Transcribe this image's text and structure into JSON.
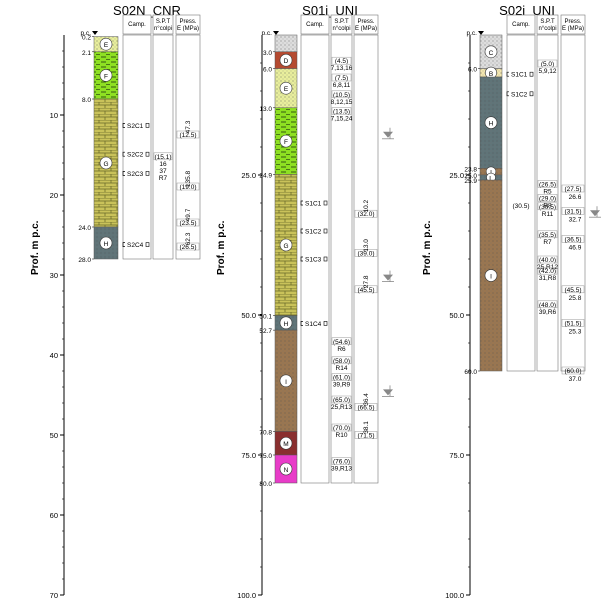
{
  "colors": {
    "E": "#e8ee9c",
    "F": "#8ee022",
    "G": "#c9c25a",
    "H": "#5f7478",
    "I": "#9a7650",
    "M": "#8a2f2f",
    "N": "#e83cc8",
    "D": "#b54a30",
    "C": "#dddddd",
    "B": "#f3e7b0",
    "brick_line": "#6b6b2a",
    "water": "#888888"
  },
  "columns": [
    {
      "title": "S02N_CNR",
      "ylabel": "Prof. m p.c.",
      "total": 28.0,
      "axis_max": 70,
      "axis_ticks": [
        10,
        20,
        30,
        40,
        50,
        60,
        70
      ],
      "tick_labels": [
        "10",
        "20",
        "30",
        "40",
        "50",
        "60",
        "70"
      ],
      "boundaries": [
        "p.c.",
        "0.2",
        "2.1",
        "8.0",
        "24.0",
        "28.0"
      ],
      "boundary_values": [
        0,
        0.2,
        2.1,
        8.0,
        24.0,
        28.0
      ],
      "layers": [
        {
          "label": "E",
          "top": 0.2,
          "bottom": 2.1,
          "color_key": "E",
          "pattern": "dots"
        },
        {
          "label": "F",
          "top": 2.1,
          "bottom": 8.0,
          "color_key": "F",
          "pattern": "dash"
        },
        {
          "label": "G",
          "top": 8.0,
          "bottom": 24.0,
          "color_key": "G",
          "pattern": "brick"
        },
        {
          "label": "H",
          "top": 24.0,
          "bottom": 28.0,
          "color_key": "H",
          "pattern": "dots"
        }
      ],
      "camp_header": "Camp.",
      "spt_header": "S.P.T",
      "spt_sub": "n°colpi",
      "press_header": "Press.",
      "press_sub": "E (MPa)",
      "samples": [
        {
          "label": "S2C1",
          "depth": 11.3
        },
        {
          "label": "S2C2",
          "depth": 14.9
        },
        {
          "label": "S2C3",
          "depth": 17.3
        },
        {
          "label": "S2C4",
          "depth": 26.2
        }
      ],
      "spt": [
        {
          "texts": [
            "(15.1)",
            "16",
            "37",
            "R7"
          ],
          "depth": 15.1
        }
      ],
      "press": [
        {
          "boxed": "(12.5)",
          "depth": 12.5,
          "val": "47.3"
        },
        {
          "boxed": "(19.0)",
          "depth": 19.0,
          "val": "135.8"
        },
        {
          "boxed": "(23.5)",
          "depth": 23.5,
          "val": "49.7"
        },
        {
          "boxed": "(26.5)",
          "depth": 26.5,
          "val": "62.3"
        }
      ],
      "water": []
    },
    {
      "title": "S01i_UNI",
      "ylabel": "Prof. m p.c.",
      "total": 80.0,
      "axis_max": 100,
      "axis_ticks": [
        25,
        50,
        75,
        100
      ],
      "tick_labels": [
        "25.0",
        "50.0",
        "75.0",
        "100.0"
      ],
      "boundaries": [
        "p.c.",
        "3.0",
        "6.0",
        "13.0",
        "24.9",
        "50.1",
        "52.7",
        "70.8",
        "75.0",
        "80.0"
      ],
      "boundary_values": [
        0,
        3.0,
        6.0,
        13.0,
        24.9,
        50.1,
        52.7,
        70.8,
        75.0,
        80.0
      ],
      "layers": [
        {
          "label": "",
          "top": 0,
          "bottom": 3.0,
          "color_key": "C",
          "pattern": "dots"
        },
        {
          "label": "D",
          "top": 3.0,
          "bottom": 6.0,
          "color_key": "D",
          "pattern": "none"
        },
        {
          "label": "E",
          "top": 6.0,
          "bottom": 13.0,
          "color_key": "E",
          "pattern": "dots"
        },
        {
          "label": "F",
          "top": 13.0,
          "bottom": 24.9,
          "color_key": "F",
          "pattern": "dash"
        },
        {
          "label": "G",
          "top": 24.9,
          "bottom": 50.1,
          "color_key": "G",
          "pattern": "brick"
        },
        {
          "label": "H",
          "top": 50.1,
          "bottom": 52.7,
          "color_key": "H",
          "pattern": "dots"
        },
        {
          "label": "I",
          "top": 52.7,
          "bottom": 70.8,
          "color_key": "I",
          "pattern": "dots"
        },
        {
          "label": "M",
          "top": 70.8,
          "bottom": 75.0,
          "color_key": "M",
          "pattern": "none"
        },
        {
          "label": "N",
          "top": 75.0,
          "bottom": 80.0,
          "color_key": "N",
          "pattern": "none"
        }
      ],
      "camp_header": "Camp.",
      "spt_header": "S.P.T",
      "spt_sub": "n°colpi",
      "press_header": "Press.",
      "press_sub": "E (MPa)",
      "samples": [
        {
          "label": "S1C1",
          "depth": 30.0
        },
        {
          "label": "S1C2",
          "depth": 35.0
        },
        {
          "label": "S1C3",
          "depth": 40.0
        },
        {
          "label": "S1C4",
          "depth": 51.5
        }
      ],
      "spt": [
        {
          "texts": [
            "(4.5)",
            "7,13,16"
          ],
          "depth": 4.5
        },
        {
          "texts": [
            "(7.5)",
            "6,8,11"
          ],
          "depth": 7.5
        },
        {
          "texts": [
            "(10.5)",
            "8,12,15"
          ],
          "depth": 10.5
        },
        {
          "texts": [
            "(13.5)",
            "7,15,24"
          ],
          "depth": 13.5
        },
        {
          "texts": [
            "(54.6)",
            "R6"
          ],
          "depth": 54.6
        },
        {
          "texts": [
            "(58.0)",
            "R14"
          ],
          "depth": 58.0
        },
        {
          "texts": [
            "(61.0)",
            "39,R9"
          ],
          "depth": 61.0
        },
        {
          "texts": [
            "(65.0)",
            "25,R13"
          ],
          "depth": 65.0
        },
        {
          "texts": [
            "(70.0)",
            "R10"
          ],
          "depth": 70.0
        },
        {
          "texts": [
            "(76.0)",
            "39,R13"
          ],
          "depth": 76.0
        }
      ],
      "press": [
        {
          "boxed": "(32.0)",
          "depth": 32.0,
          "val": "10.2"
        },
        {
          "boxed": "(39.0)",
          "depth": 39.0,
          "val": "13.0"
        },
        {
          "boxed": "(45.5)",
          "depth": 45.5,
          "val": "27.8"
        },
        {
          "boxed": "(66.5)",
          "depth": 66.5,
          "val": "36.4"
        },
        {
          "boxed": "(71.5)",
          "depth": 71.5,
          "val": "38.1"
        }
      ],
      "water": [
        18.0,
        43.5,
        64.0
      ]
    },
    {
      "title": "S02i_UNI",
      "ylabel": "Prof. m p.c.",
      "total": 60.0,
      "axis_max": 100,
      "axis_ticks": [
        25,
        50,
        75,
        100
      ],
      "tick_labels": [
        "25.0",
        "50.0",
        "75.0",
        "100.0"
      ],
      "boundaries": [
        "p.c.",
        "6.0",
        "23.8",
        "25.0",
        "25.9",
        "60.0"
      ],
      "boundary_values": [
        0,
        6.0,
        23.8,
        25.0,
        25.9,
        60.0
      ],
      "layers": [
        {
          "label": "C",
          "top": 0,
          "bottom": 6.0,
          "color_key": "C",
          "pattern": "dots"
        },
        {
          "label": "B",
          "top": 6.0,
          "bottom": 7.5,
          "color_key": "B",
          "pattern": "dots"
        },
        {
          "label": "H",
          "top": 7.5,
          "bottom": 23.8,
          "color_key": "H",
          "pattern": "dots"
        },
        {
          "label": "I",
          "top": 23.8,
          "bottom": 25.0,
          "color_key": "I",
          "pattern": "dots"
        },
        {
          "label": "L",
          "top": 25.0,
          "bottom": 25.9,
          "color_key": "H",
          "pattern": "dots"
        },
        {
          "label": "I",
          "top": 25.9,
          "bottom": 60.0,
          "color_key": "I",
          "pattern": "dots"
        }
      ],
      "camp_header": "Camp.",
      "spt_header": "S.P.T",
      "spt_sub": "n°colpi",
      "press_header": "Press.",
      "press_sub": "E (MPa)",
      "samples": [
        {
          "label": "S1C1",
          "depth": 7.0
        },
        {
          "label": "S1C2",
          "depth": 10.5
        }
      ],
      "spt": [
        {
          "texts": [
            "(5.0)",
            "5,9,12"
          ],
          "depth": 5.0
        },
        {
          "texts": [
            "(26.5)",
            "R5"
          ],
          "depth": 26.5
        },
        {
          "texts": [
            "(29.0)",
            "R8"
          ],
          "depth": 29.0
        },
        {
          "texts": [
            "(30.5)",
            "R11"
          ],
          "depth": 30.5
        },
        {
          "texts": [
            "(35.5)",
            "R7"
          ],
          "depth": 35.5
        },
        {
          "texts": [
            "(40.0)",
            "25,R12"
          ],
          "depth": 40.0
        },
        {
          "texts": [
            "(42.0)",
            "31,R8"
          ],
          "depth": 42.0
        },
        {
          "texts": [
            "(48.0)",
            "39,R6"
          ],
          "depth": 48.0
        }
      ],
      "camp_extra": [
        {
          "text": "(30.5)",
          "depth": 30.5
        }
      ],
      "press": [
        {
          "boxed": "(27.5)",
          "depth": 27.5,
          "val": "26.6"
        },
        {
          "boxed": "(31.5)",
          "depth": 31.5,
          "val": "32.7"
        },
        {
          "boxed": "(36.5)",
          "depth": 36.5,
          "val": "46.9"
        },
        {
          "boxed": "(45.5)",
          "depth": 45.5,
          "val": "25.8"
        },
        {
          "boxed": "(51.5)",
          "depth": 51.5,
          "val": "25.3"
        },
        {
          "boxed": "(60.0)",
          "depth": 60.0,
          "val": "37.0"
        }
      ],
      "water": [
        32.0
      ]
    }
  ]
}
